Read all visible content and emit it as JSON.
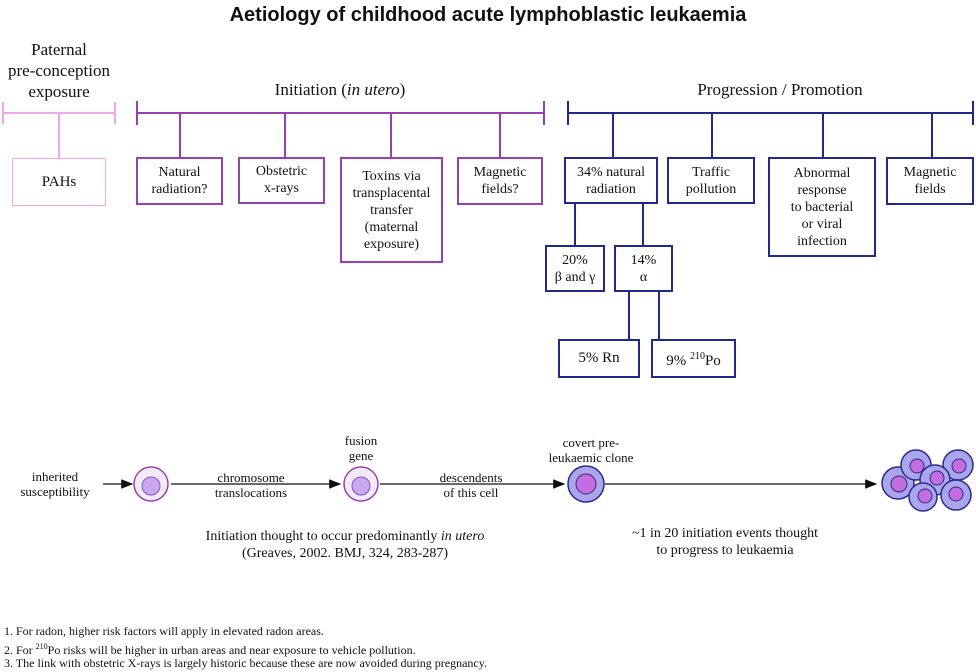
{
  "title": "Aetiology of childhood acute lymphoblastic leukaemia",
  "colors": {
    "paternal": "#f0a6ea",
    "initiation": "#9a3fb0",
    "progression": "#1f2a8c",
    "cell_fill": "#c9a8f0",
    "cell_nucleus": "#a36ae0"
  },
  "sections": {
    "paternal": {
      "heading_lines": [
        "Paternal",
        "pre-conception",
        "exposure"
      ],
      "boxes": [
        {
          "label": "PAHs"
        }
      ]
    },
    "initiation": {
      "heading_text": "Initiation (",
      "heading_italic": "in utero",
      "heading_close": ")",
      "boxes": [
        {
          "lines": [
            "Natural",
            "radiation?"
          ]
        },
        {
          "lines": [
            "Obstetric",
            "x-rays"
          ]
        },
        {
          "lines": [
            "Toxins via",
            "transplacental",
            "transfer",
            "(maternal",
            "exposure)"
          ]
        },
        {
          "lines": [
            "Magnetic",
            "fields?"
          ]
        }
      ]
    },
    "progression": {
      "heading": "Progression / Promotion",
      "boxes": [
        {
          "lines": [
            "34% natural",
            "radiation"
          ]
        },
        {
          "lines": [
            "Traffic",
            "pollution"
          ]
        },
        {
          "lines": [
            "Abnormal",
            "response",
            "to bacterial",
            "or viral",
            "infection"
          ]
        },
        {
          "lines": [
            "Magnetic",
            "fields"
          ]
        }
      ],
      "sub_boxes": [
        {
          "lines": [
            "20%",
            "β and γ"
          ]
        },
        {
          "lines": [
            "14%",
            "α"
          ]
        },
        {
          "label": "5% Rn"
        },
        {
          "prefix": "9% ",
          "superscript": "210",
          "suffix": "Po"
        }
      ]
    }
  },
  "pathway": {
    "labels": {
      "inherited": [
        "inherited",
        "susceptibility"
      ],
      "translocations": [
        "chromosome",
        "translocations"
      ],
      "fusion": [
        "fusion",
        "gene"
      ],
      "descendents": [
        "descendents",
        "of this cell"
      ],
      "covert": [
        "covert pre-",
        "leukaemic clone"
      ]
    },
    "caption_left": {
      "line1_text": "Initiation thought to occur predominantly ",
      "line1_italic": "in utero",
      "line2": "(Greaves, 2002.  BMJ, 324, 283-287)"
    },
    "caption_right": [
      "~1 in 20 initiation events thought",
      "to progress to leukaemia"
    ]
  },
  "footnotes": [
    {
      "text": "1. For radon, higher risk factors will apply in elevated radon areas."
    },
    {
      "prefix": "2. For ",
      "superscript": "210",
      "suffix": "Po risks will be higher in urban areas and near exposure to vehicle pollution."
    },
    {
      "text": "3. The link with obstetric X-rays is largely historic because these are now avoided during pregnancy."
    }
  ]
}
